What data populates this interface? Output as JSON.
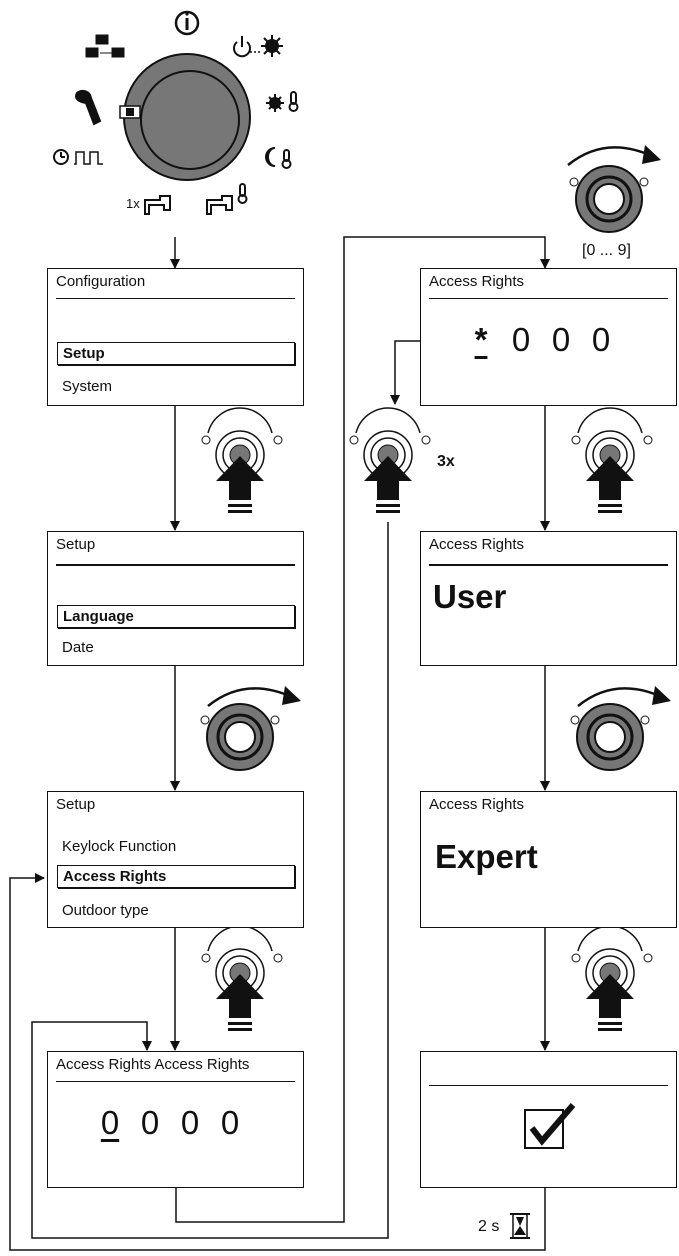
{
  "dial": {
    "icons": [
      "info-icon",
      "network-icon",
      "power-sun-icon",
      "sun-thermometer-icon",
      "moon-thermometer-icon",
      "tap-thermometer-icon",
      "tap-once-icon",
      "timer-program-icon",
      "wrench-icon"
    ],
    "prefix_1x": "1x"
  },
  "screens": {
    "config": {
      "title": "Configuration",
      "items": [
        "Setup",
        "System"
      ]
    },
    "setup1": {
      "title": "Setup",
      "items": [
        "Language",
        "Date"
      ]
    },
    "setup2": {
      "title": "Setup",
      "items": [
        "Keylock Function",
        "Access Rights",
        "Outdoor type"
      ]
    },
    "code_entry": {
      "title": "Access Rights Access Rights",
      "digits": [
        "0",
        "0",
        "0",
        "0"
      ]
    },
    "code_star": {
      "title": "Access Rights",
      "digits": [
        "*",
        "0",
        "0",
        "0"
      ]
    },
    "user": {
      "title": "Access Rights",
      "value": "User"
    },
    "expert": {
      "title": "Access Rights",
      "value": "Expert"
    },
    "confirm": {
      "title": "",
      "icon": "checkmark-icon"
    }
  },
  "labels": {
    "range": "[0 ... 9]",
    "press_3x": "3x",
    "wait": "2 s"
  },
  "colors": {
    "knob": "#777777",
    "line": "#111111"
  }
}
